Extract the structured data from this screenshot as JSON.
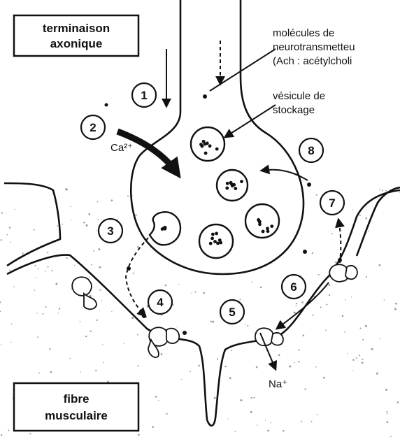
{
  "labels": {
    "axon_terminal": [
      "terminaison",
      "axonique"
    ],
    "muscle_fiber": [
      "fibre",
      "musculaire"
    ],
    "neurotransmitter": [
      "molécules de",
      "neurotransmetteu",
      "(Ach : acétylcholi"
    ],
    "storage_vesicle": [
      "vésicule de",
      "stockage"
    ],
    "calcium_ion": "Ca²⁺",
    "sodium_ion": "Na⁺"
  },
  "steps": [
    "1",
    "2",
    "3",
    "4",
    "5",
    "6",
    "7",
    "8"
  ]
}
